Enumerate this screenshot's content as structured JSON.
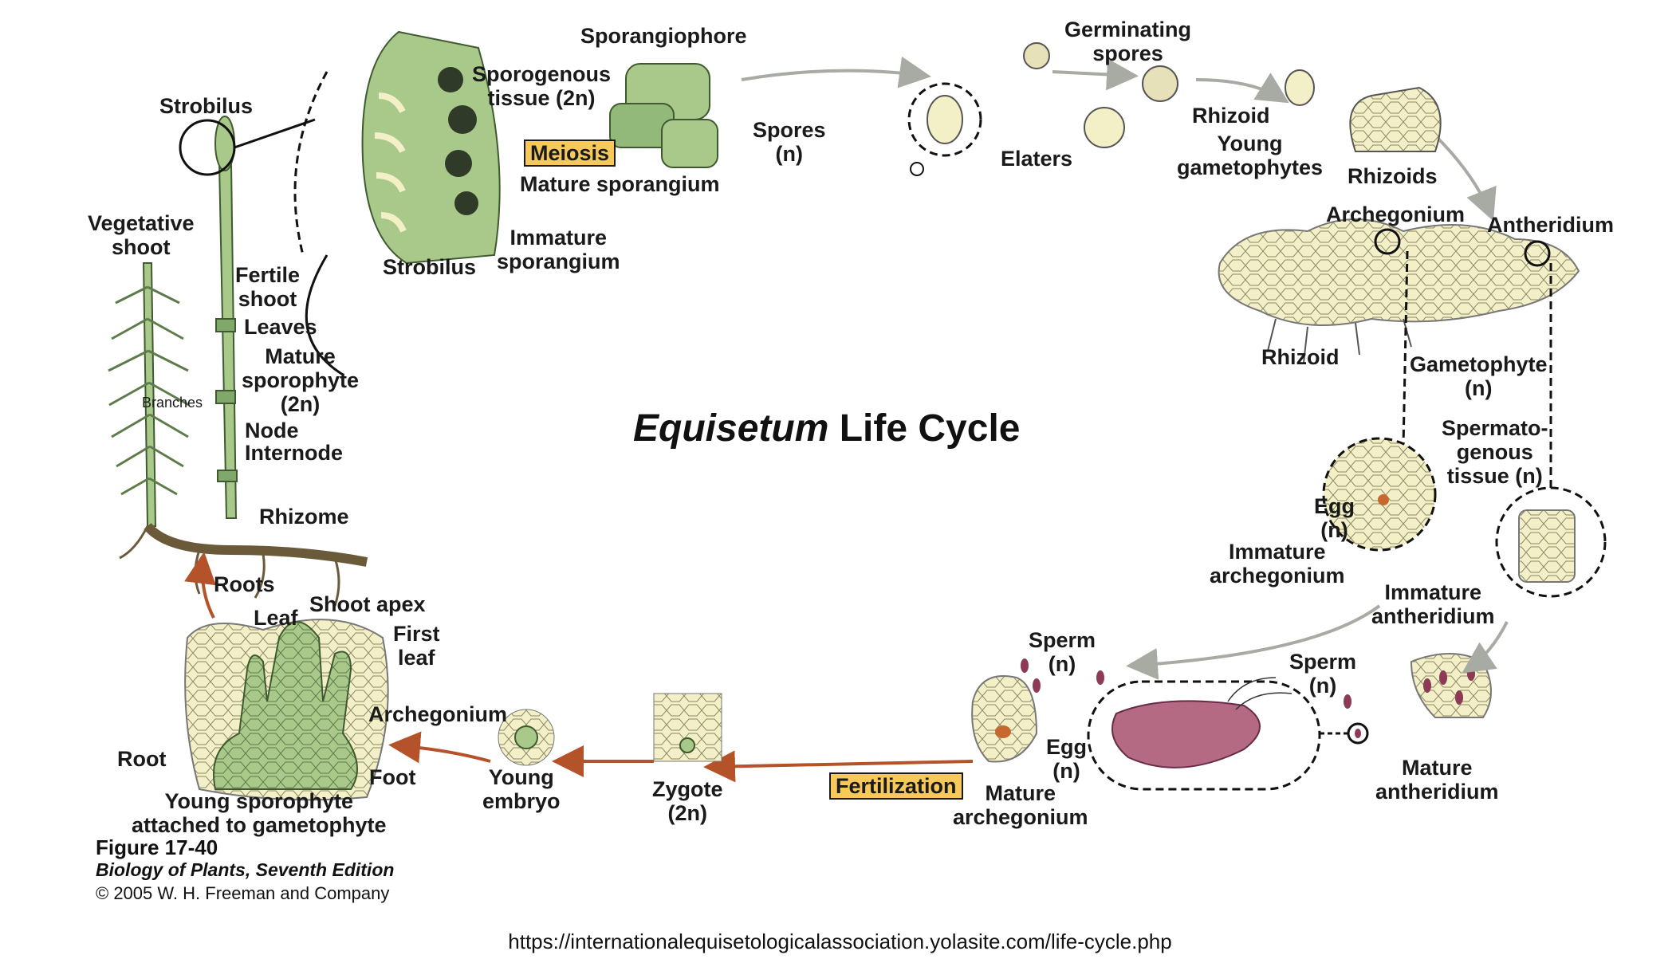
{
  "title": {
    "italic": "Equisetum",
    "rest": " Life Cycle"
  },
  "labels": {
    "strobilus_top": "Strobilus",
    "vegetative_shoot": [
      "Vegetative",
      "shoot"
    ],
    "fertile_shoot": [
      "Fertile",
      "shoot"
    ],
    "leaves": "Leaves",
    "mature_sporophyte": [
      "Mature",
      "sporophyte",
      "(2n)"
    ],
    "branches": "Branches",
    "node": "Node",
    "internode": "Internode",
    "rhizome": "Rhizome",
    "roots": "Roots",
    "sporangiophore": "Sporangiophore",
    "sporogenous_tissue": [
      "Sporogenous",
      "tissue (2n)"
    ],
    "meiosis": "Meiosis",
    "mature_sporangium": "Mature sporangium",
    "immature_sporangium": [
      "Immature",
      "sporangium"
    ],
    "strobilus_section": "Strobilus",
    "spores": [
      "Spores",
      "(n)"
    ],
    "germinating_spores": [
      "Germinating",
      "spores"
    ],
    "elaters": "Elaters",
    "rhizoid_top": "Rhizoid",
    "young_gametophytes": [
      "Young",
      "gametophytes"
    ],
    "rhizoids": "Rhizoids",
    "archegonium_top": "Archegonium",
    "antheridium_top": "Antheridium",
    "rhizoid_mid": "Rhizoid",
    "gametophyte": [
      "Gametophyte",
      "(n)"
    ],
    "spermatogenous": [
      "Spermato-",
      "genous",
      "tissue (n)"
    ],
    "egg_upper": [
      "Egg",
      "(n)"
    ],
    "immature_archegonium": [
      "Immature",
      "archegonium"
    ],
    "immature_antheridium": [
      "Immature",
      "antheridium"
    ],
    "sperm_right": [
      "Sperm",
      "(n)"
    ],
    "sperm_left": [
      "Sperm",
      "(n)"
    ],
    "mature_antheridium": [
      "Mature",
      "antheridium"
    ],
    "egg_lower": [
      "Egg",
      "(n)"
    ],
    "mature_archegonium": [
      "Mature",
      "archegonium"
    ],
    "fertilization": "Fertilization",
    "zygote": [
      "Zygote",
      "(2n)"
    ],
    "young_embryo": [
      "Young",
      "embryo"
    ],
    "archegonium_bottom": "Archegonium",
    "leaf": "Leaf",
    "shoot_apex": "Shoot apex",
    "first_leaf": [
      "First",
      "leaf"
    ],
    "root": "Root",
    "foot": "Foot",
    "young_sporophyte": [
      "Young sporophyte",
      "attached to gametophyte"
    ]
  },
  "caption": {
    "figure": "Figure 17-40",
    "book": "Biology of Plants, Seventh Edition",
    "copyright": "© 2005 W. H. Freeman and Company"
  },
  "source_url": "https://internationalequisetologicalassociation.yolasite.com/life-cycle.php",
  "colors": {
    "plant_green": "#a9c98a",
    "tissue_cream": "#f3efc7",
    "highlight_box": "#f7c85a",
    "arrow_gray": "#a8aba4",
    "arrow_brown": "#b4532a",
    "sperm_purple": "#8c3a56"
  }
}
